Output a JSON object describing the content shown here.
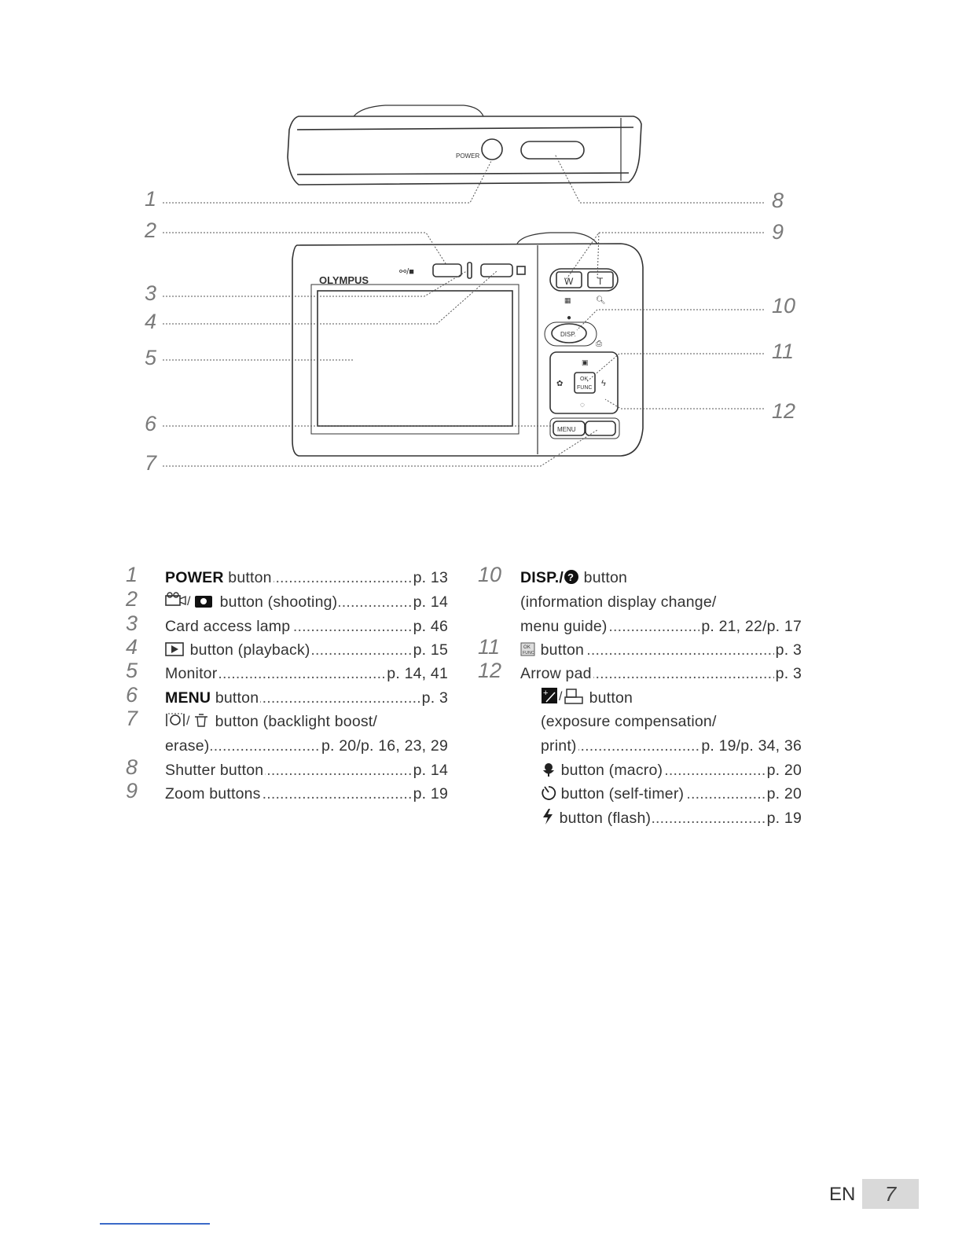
{
  "diagram": {
    "power_label": "POWER",
    "brand": "OLYMPUS",
    "zoom_w": "W",
    "zoom_t": "T",
    "disp_label": "DISP.",
    "ok_label": "OK",
    "func_label": "FUNC",
    "menu_label": "MENU",
    "callouts": [
      "1",
      "2",
      "3",
      "4",
      "5",
      "6",
      "7",
      "8",
      "9",
      "10",
      "11",
      "12"
    ]
  },
  "legend": {
    "left": [
      {
        "num": "1",
        "label_bold": "POWER",
        "label": " button",
        "page": "p. 13"
      },
      {
        "num": "2",
        "label": " button (shooting)",
        "page": "p. 14",
        "icon": "movie-camera-icon"
      },
      {
        "num": "3",
        "label": "Card access lamp",
        "page": "p. 46"
      },
      {
        "num": "4",
        "label": " button (playback)",
        "page": "p. 15",
        "icon": "playback-icon"
      },
      {
        "num": "5",
        "label": "Monitor",
        "page": "p. 14, 41"
      },
      {
        "num": "6",
        "label_bold": "MENU",
        "label": " button",
        "page": "p. 3"
      },
      {
        "num": "7",
        "label": " button (backlight boost/",
        "icon": "backlight-erase-icon",
        "cont": "erase)",
        "cont_page": "p. 20/p. 16, 23, 29"
      },
      {
        "num": "8",
        "label": "Shutter button",
        "page": "p. 14"
      },
      {
        "num": "9",
        "label": "Zoom buttons",
        "page": "p. 19"
      }
    ],
    "right": [
      {
        "num": "10",
        "label_bold": "DISP./",
        "label": " button",
        "icon": "help-icon",
        "cont1": "(information display change/",
        "cont2": "menu guide)",
        "cont2_page": "p. 21, 22/p. 17"
      },
      {
        "num": "11",
        "label": " button",
        "page": "p. 3",
        "icon": "ok-func-icon"
      },
      {
        "num": "12",
        "label": "Arrow pad",
        "page": "p. 3"
      }
    ],
    "arrow_pad": [
      {
        "label": " button",
        "icon": "exposure-print-icon"
      },
      {
        "label": "(exposure compensation/"
      },
      {
        "label": "print)",
        "page": "p. 19/p. 34, 36"
      },
      {
        "label": " button (macro)",
        "page": "p. 20",
        "icon": "macro-icon"
      },
      {
        "label": " button (self-timer)",
        "page": "p. 20",
        "icon": "self-timer-icon"
      },
      {
        "label": " button (flash)",
        "page": "p. 19",
        "icon": "flash-icon"
      }
    ]
  },
  "footer": {
    "lang": "EN",
    "page": "7"
  }
}
